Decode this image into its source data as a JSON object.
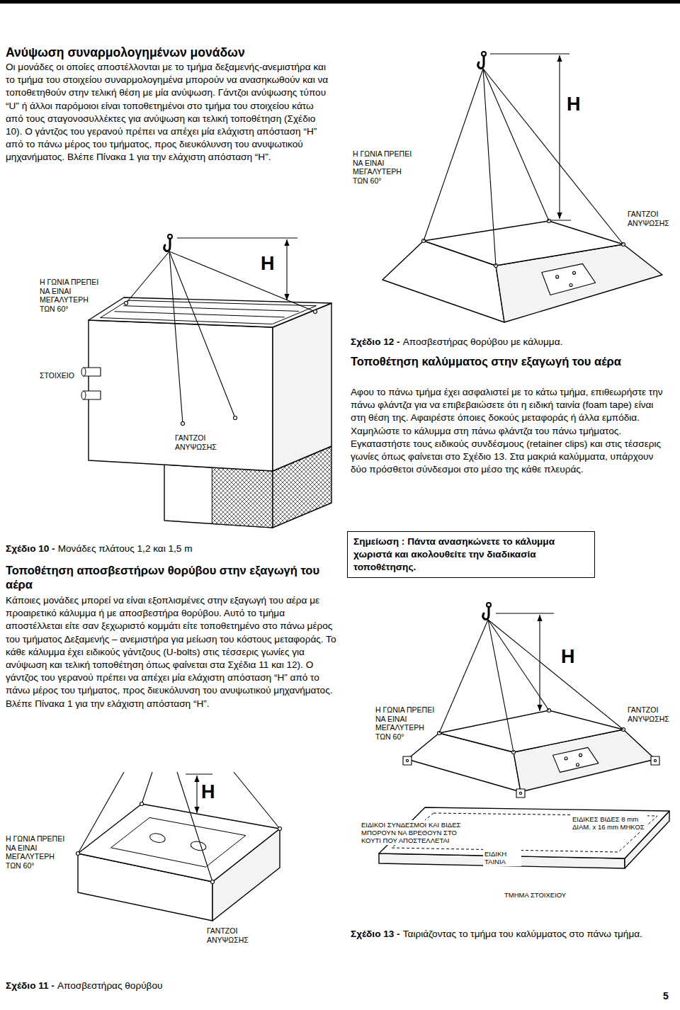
{
  "diagram": {
    "title": "Ανύψωση συναρμολογημένων μονάδων",
    "nodes": [
      {
        "text": [
          "Σημείωση : Πάντα ανασηκώνετε το κάλυμμα χωριστά και ακολουθείτε την διαδικασία τοποθέτησης."
        ]
      }
    ],
    "labels": [
      "Οι μονάδες οι οποίες αποστέλλονται με το τμήμα δεξαμενής-ανεμιστήρα και το τμήμα του στοιχείου συναρμολογημένα μπορούν να ανασηκωθούν και να τοποθετηθούν στην τελική θέση με μία ανύψωση. Γάντζοι ανύψωσης τύπου “U” ή άλλοι παρόμοιοι είναι τοποθετημένοι στο τμήμα του στοιχείου κάτω από τους σταγονοσυλλέκτες για ανύψωση και τελική τοποθέτηση (Σχέδιο 10). Ο γάντζος του γερανού πρέπει να απέχει μία ελάχιστη απόσταση “H” από το πάνω μέρος του τμήματος, προς διευκόλυνση του ανυψωτικού μηχανήματος. Βλέπε Πίνακα 1 για την ελάχιστη απόσταση “H”.",
      "H",
      "Η ΓΩΝΙΑ ΠΡΕΠΕΙ ΝΑ ΕΙΝΑΙ ΜΕΓΑΛΥΤΕΡΗ ΤΩΝ 60°",
      "ΓΑΝΤΖΟΙ ΑΝΥΨΩΣΗΣ",
      "H",
      "Η ΓΩΝΙΑ ΠΡΕΠΕΙ ΝΑ ΕΙΝΑΙ ΜΕΓΑΛΥΤΕΡΗ ΤΩΝ 60°",
      "Σχέδιο 12 -",
      "Αποσβεστήρας θορύβου με κάλυμμα.",
      "ΣΤΟΙΧΕΙΟ",
      "Τοποθέτηση καλύμματος στην εξαγωγή του αέρα",
      "Αφου το πάνω τμήμα έχει ασφαλιστεί με το κάτω τμήμα, επιθεωρήστε την πάνω φλάντζα για να επιβεβαιώσετε ότι η ειδική ταινία (foam tape) είναι στη θέση της. Αφαιρέστε όποιες δοκούς μεταφοράς ή άλλα εμπόδια. Χαμηλώστε το κάλυμμα στη πάνω φλάντζα του πάνω τμήματος.",
      "Εγκαταστήστε τους ειδικούς συνδέσμους (retainer clips) και στις τέσσερις γωνίες όπως φαίνεται στο Σχέδιο 13. Στα μακριά καλύμματα, υπάρχουν δύο πρόσθετοι σύνδεσμοι στο μέσο της κάθε πλευράς.",
      "ΓΑΝΤΖΟΙ ΑΝΥΨΩΣΗΣ",
      "Σχέδιο 10 -",
      "Μονάδες πλάτους 1,2 και 1,5 m",
      "Τοποθέτηση αποσβεστήρων θορύβου στην εξαγωγή του αέρα",
      "Κάποιες μονάδες μπορεί να είναι εξοπλισμένες στην εξαγωγή του αέρα με προαιρετικό κάλυμμα ή με αποσβεστήρα θορύβου. Αυτό το τμήμα αποστέλλεται είτε σαν ξεχωριστό κομμάτι είτε τοποθετημένο στο πάνω μέρος του τμήματος Δεξαμενής – ανεμιστήρα για μείωση του κόστους μεταφοράς. Το κάθε κάλυμμα έχει ειδικούς γάντζους (U-bolts) στις τέσσερις γωνίες για ανύψωση και τελική τοποθέτηση όπως φαίνεται στα Σχέδια 11 και 12). Ο γάντζος του γερανού πρέπει να απέχει μία ελάχιστη απόσταση “H” από το πάνω μέρος του τμήματος, προς διευκόλυνση του ανυψωτικού μηχανήματος. Βλέπε Πίνακα 1 για την ελάχιστη απόσταση “H”.",
      "H",
      "Η ΓΩΝΙΑ ΠΡΕΠΕΙ ΝΑ ΕΙΝΑΙ ΜΕΓΑΛΥΤΕΡΗ ΤΩΝ 60°",
      "ΓΑΝΤΖΟΙ ΑΝΥΨΩΣΗΣ",
      "H",
      "Η ΓΩΝΙΑ ΠΡΕΠΕΙ ΝΑ ΕΙΝΑΙ ΜΕΓΑΛΥΤΕΡΗ ΤΩΝ 60°",
      "ΕΙΔΙΚΟΙ ΣΥΝΔΕΣΜΟΙ ΚΑΙ ΒΙΔΕΣ ΜΠΟΡΟΥΝ ΝΑ ΒΡΕΘΟΥΝ ΣΤΟ ΚΟΥΤΙ ΠΟΥ ΑΠΟΣΤΕΛΛΕΤΑΙ",
      "ΕΙΔΙΚΕΣ ΒΙΔΕΣ 8 mm ΔΙΑΜ. x 16 mm ΜΗΚΟΣ",
      "ΕΙΔΙΚΗ ΤΑΙΝΙΑ",
      "ΤΜΗΜΑ ΣΤΟΙΧΕΙΟΥ",
      "ΓΑΝΤΖΟΙ ΑΝΥΨΩΣΗΣ",
      "Σχέδιο 13 -",
      "Ταιριάζοντας το τμήμα του καλύμματος στο πάνω τμήμα.",
      "Σχέδιο 11 -",
      "Αποσβεστήρας θορύβου",
      "5"
    ]
  }
}
